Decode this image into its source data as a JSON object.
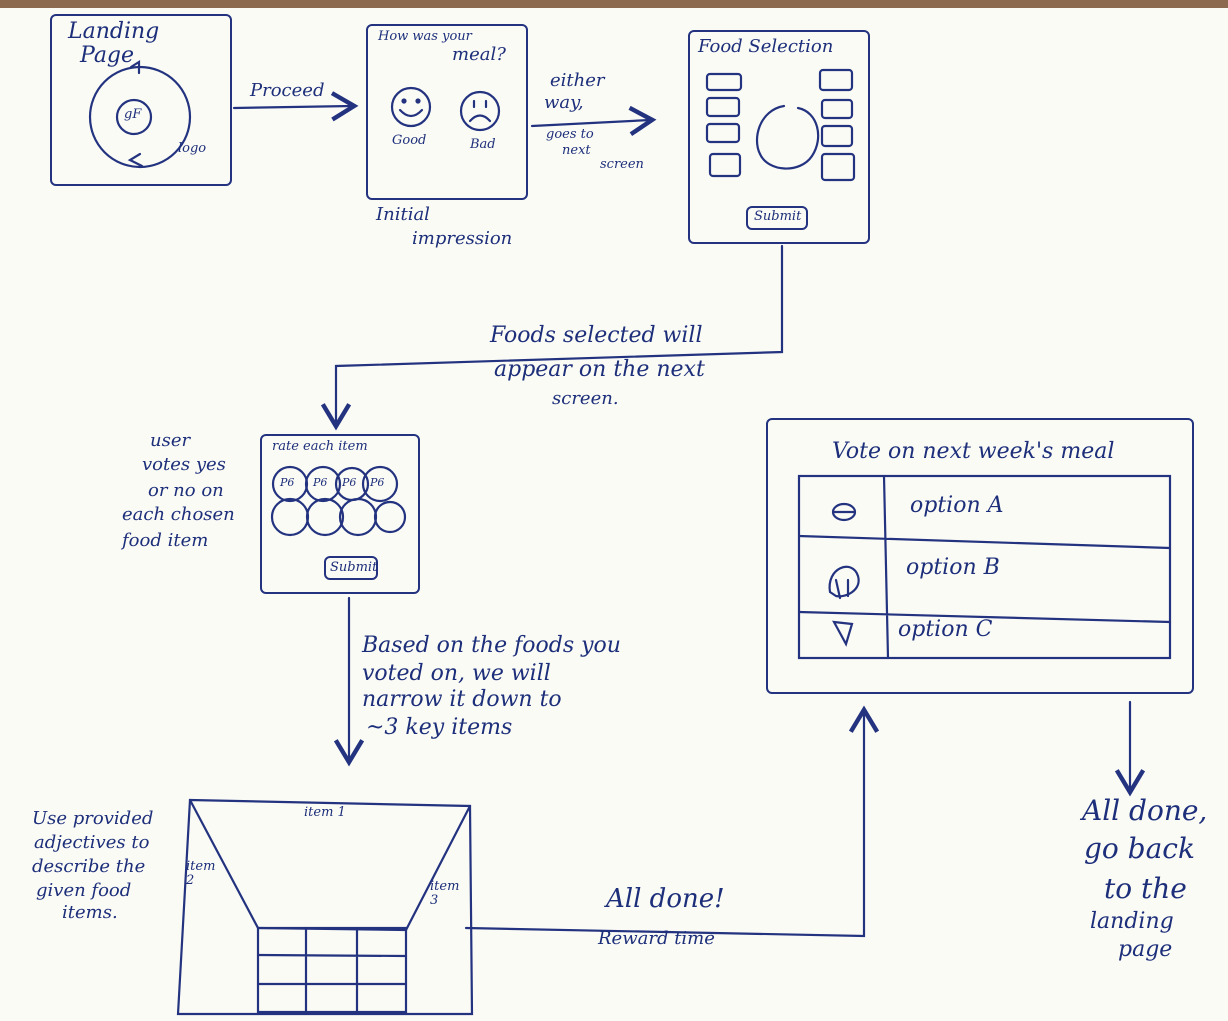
{
  "landing": {
    "title_1": "Landing",
    "title_2": "Page",
    "logo_glyph": "gF",
    "logo_caption": "logo"
  },
  "impression": {
    "title_1": "How was your",
    "title_2": "meal?",
    "good": "Good",
    "bad": "Bad",
    "caption_1": "Initial",
    "caption_2": "impression"
  },
  "food_selection": {
    "title": "Food Selection",
    "submit": "Submit"
  },
  "rate": {
    "title": "rate each item",
    "pill": "P6",
    "submit": "Submit"
  },
  "describe": {
    "item1": "item 1",
    "item2": "item 2",
    "item3": "item 3"
  },
  "vote": {
    "title": "Vote on next week's meal",
    "options": [
      "option A",
      "option B",
      "option C"
    ]
  },
  "annotations": {
    "proceed": "Proceed",
    "either_way": [
      "either",
      "way,",
      "goes to",
      "next",
      "screen"
    ],
    "foods_selected": [
      "Foods selected will",
      "appear on the next",
      "screen."
    ],
    "user_votes": [
      "user",
      "votes yes",
      "or no on",
      "each chosen",
      "food item"
    ],
    "based_on": [
      "Based on the foods you",
      "voted on, we will",
      "narrow it down to",
      "~3 key items"
    ],
    "use_adjectives": [
      "Use provided",
      "adjectives to",
      "describe the",
      "given food",
      "items."
    ],
    "all_done": "All done!",
    "reward": "Reward time",
    "go_back": [
      "All done,",
      "go back",
      "to the",
      "landing",
      "page"
    ]
  },
  "colors": {
    "ink": "#23337f",
    "paper": "#fbfbf6",
    "desk": "#8b6a4f"
  },
  "icons": [
    "gf-logo-icon",
    "smiley-face-icon",
    "sad-face-icon",
    "burger-icon",
    "chicken-leg-icon",
    "pizza-icon"
  ]
}
